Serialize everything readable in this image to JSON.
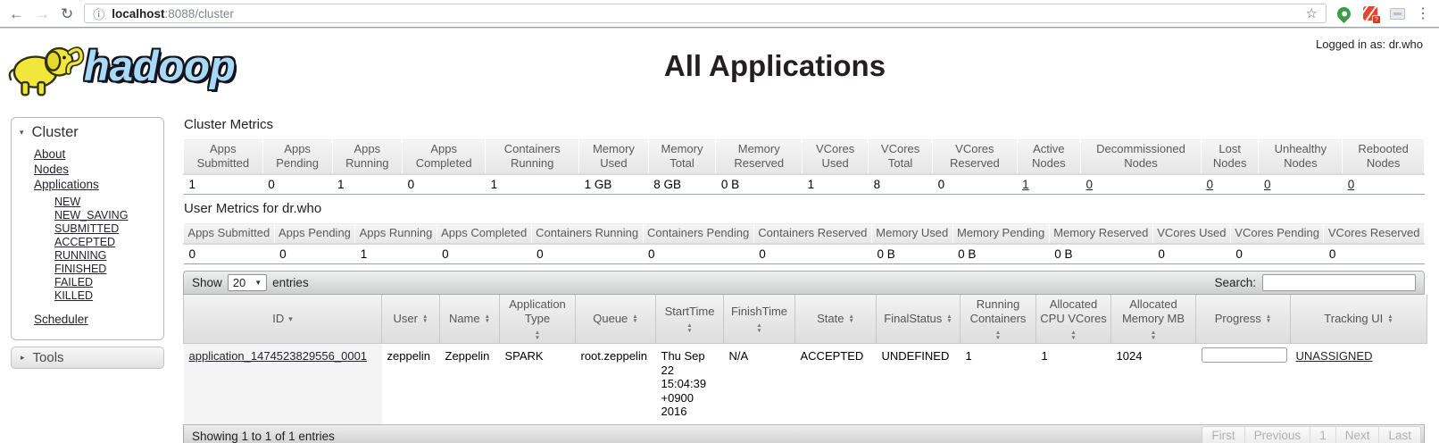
{
  "browser": {
    "url_host": "localhost",
    "url_rest": ":8088/cluster",
    "extension_badge": "?"
  },
  "header": {
    "logo_text": "hadoop",
    "title": "All Applications",
    "logged_in": "Logged in as: dr.who"
  },
  "sidebar": {
    "cluster_header": "Cluster",
    "items": [
      "About",
      "Nodes",
      "Applications"
    ],
    "sub_items": [
      "NEW",
      "NEW_SAVING",
      "SUBMITTED",
      "ACCEPTED",
      "RUNNING",
      "FINISHED",
      "FAILED",
      "KILLED"
    ],
    "scheduler": "Scheduler",
    "tools_header": "Tools"
  },
  "cluster_metrics": {
    "title": "Cluster Metrics",
    "columns": [
      "Apps Submitted",
      "Apps Pending",
      "Apps Running",
      "Apps Completed",
      "Containers Running",
      "Memory Used",
      "Memory Total",
      "Memory Reserved",
      "VCores Used",
      "VCores Total",
      "VCores Reserved",
      "Active Nodes",
      "Decommissioned Nodes",
      "Lost Nodes",
      "Unhealthy Nodes",
      "Rebooted Nodes"
    ],
    "values": [
      "1",
      "0",
      "1",
      "0",
      "1",
      "1 GB",
      "8 GB",
      "0 B",
      "1",
      "8",
      "0",
      "1",
      "0",
      "0",
      "0",
      "0"
    ]
  },
  "user_metrics": {
    "title": "User Metrics for dr.who",
    "columns": [
      "Apps Submitted",
      "Apps Pending",
      "Apps Running",
      "Apps Completed",
      "Containers Running",
      "Containers Pending",
      "Containers Reserved",
      "Memory Used",
      "Memory Pending",
      "Memory Reserved",
      "VCores Used",
      "VCores Pending",
      "VCores Reserved"
    ],
    "values": [
      "0",
      "0",
      "1",
      "0",
      "0",
      "0",
      "0",
      "0 B",
      "0 B",
      "0 B",
      "0",
      "0",
      "0"
    ]
  },
  "apps_table": {
    "show_label": "Show",
    "page_size": "20",
    "entries_label": "entries",
    "search_label": "Search:",
    "columns": [
      "ID",
      "User",
      "Name",
      "Application Type",
      "Queue",
      "StartTime",
      "FinishTime",
      "State",
      "FinalStatus",
      "Running Containers",
      "Allocated CPU VCores",
      "Allocated Memory MB",
      "Progress",
      "Tracking UI"
    ],
    "row": {
      "id": "application_1474523829556_0001",
      "user": "zeppelin",
      "name": "Zeppelin",
      "application_type": "SPARK",
      "queue": "root.zeppelin",
      "start_time": "Thu Sep 22 15:04:39 +0900 2016",
      "finish_time": "N/A",
      "state": "ACCEPTED",
      "final_status": "UNDEFINED",
      "running_containers": "1",
      "allocated_cpu_vcores": "1",
      "allocated_memory_mb": "1024",
      "progress_percent": 0,
      "tracking_ui": "UNASSIGNED"
    },
    "footer": {
      "showing_text": "Showing 1 to 1 of 1 entries",
      "pagination": [
        "First",
        "Previous",
        "1",
        "Next",
        "Last"
      ]
    }
  },
  "colors": {
    "logo_blue": "#a8d9f5",
    "link_color": "#24242c",
    "header_grey": "#e6e6e6",
    "toolbar_grey": "#cdcfcf",
    "extension_green": "#3d9c46",
    "extension_red": "#e8442e"
  }
}
